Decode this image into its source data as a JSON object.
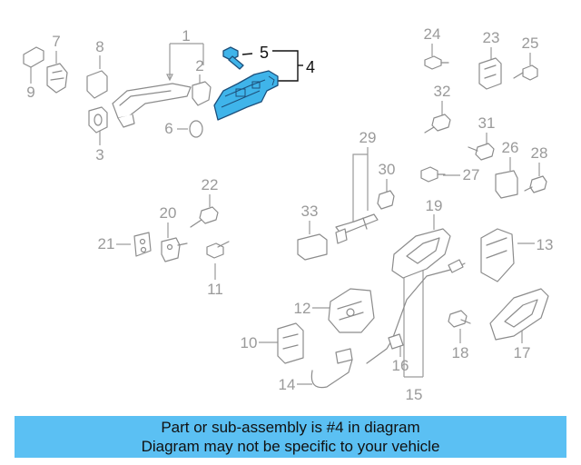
{
  "diagram": {
    "highlighted_part": "4",
    "highlight_color": "#3fb4ea",
    "callouts": [
      "1",
      "2",
      "3",
      "4",
      "5",
      "6",
      "7",
      "8",
      "9",
      "10",
      "11",
      "12",
      "13",
      "14",
      "15",
      "16",
      "17",
      "18",
      "19",
      "20",
      "21",
      "22",
      "23",
      "24",
      "25",
      "26",
      "27",
      "28",
      "29",
      "30",
      "31",
      "32",
      "33"
    ]
  },
  "banner": {
    "line1": "Part or sub-assembly is #4 in diagram",
    "line2": "Diagram may not be specific to your vehicle",
    "background": "#5bc0f3"
  }
}
